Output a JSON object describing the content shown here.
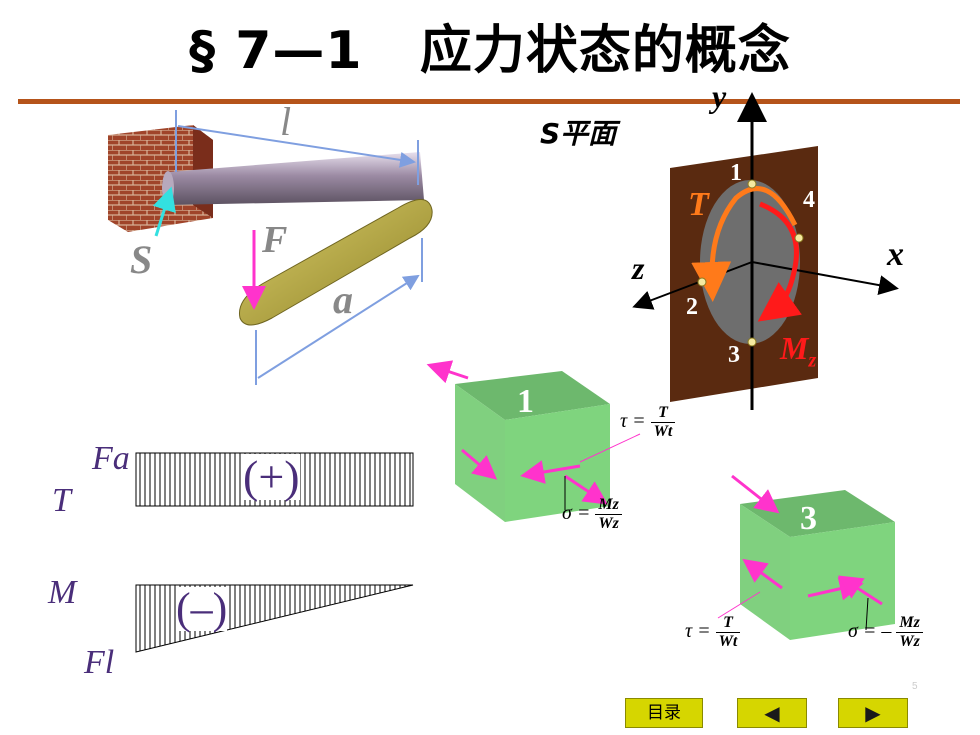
{
  "title": "§ 7—1   应力状态的概念",
  "beam_figure": {
    "label_l": "l",
    "label_F": "F",
    "label_S": "S",
    "label_a": "a"
  },
  "s_plane_label": "S平面",
  "section_figure": {
    "axis_y": "y",
    "axis_x": "x",
    "axis_z": "z",
    "label_T": "T",
    "label_Mz_main": "M",
    "label_Mz_sub": "z",
    "points": [
      "1",
      "4",
      "2",
      "3"
    ]
  },
  "diagrams": {
    "T_label": "T",
    "T_value": "Fa",
    "T_sign": "(+)",
    "M_label": "M",
    "M_value": "Fl",
    "M_sign": "(–)"
  },
  "cube1": {
    "label": "1",
    "tau": {
      "symbol": "τ",
      "eq": "=",
      "num": "T",
      "den": "Wt"
    },
    "sigma": {
      "symbol": "σ",
      "eq": "=",
      "num": "Mz",
      "den": "Wz"
    }
  },
  "cube3": {
    "label": "3",
    "tau": {
      "symbol": "τ",
      "eq": "=",
      "num": "T",
      "den": "Wt"
    },
    "sigma": {
      "symbol": "σ",
      "eq": "= –",
      "num": "Mz",
      "den": "Wz"
    }
  },
  "page_number": "5",
  "nav": {
    "toc_label": "目录",
    "prev_icon": "◀",
    "next_icon": "▶"
  }
}
